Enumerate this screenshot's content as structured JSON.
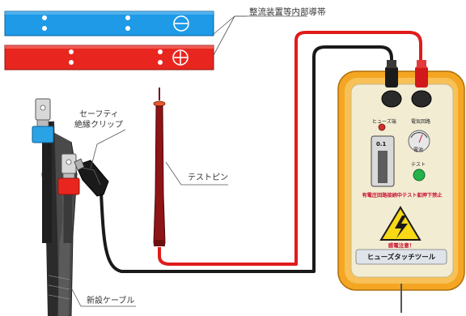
{
  "labels": {
    "busbar": "整流装置等内部導帯",
    "clip_line1": "セーフティ",
    "clip_line2": "絶縁クリップ",
    "test_pin": "テストピン",
    "cable": "新設ケーブル"
  },
  "device": {
    "left_socket": "ヒューズ端",
    "right_socket": "電気回路",
    "meter_label": "電池",
    "switch_value": "0.1",
    "button_label": "テスト",
    "warning_text": "有電圧回路接続中テスト釦押下禁止",
    "caution_text": "感電注意！",
    "product_name": "ヒューズタッチツール"
  },
  "colors": {
    "blue_bar": "#1e9ae6",
    "red_bar": "#e8261f",
    "red_wire": "#e01b1b",
    "black_wire": "#1a1a1a",
    "device_frame": "#f4a623",
    "device_body": "#f2ecd3",
    "warning_red": "#c8102e",
    "warning_yellow": "#f7d916",
    "button_green": "#23b24a"
  }
}
